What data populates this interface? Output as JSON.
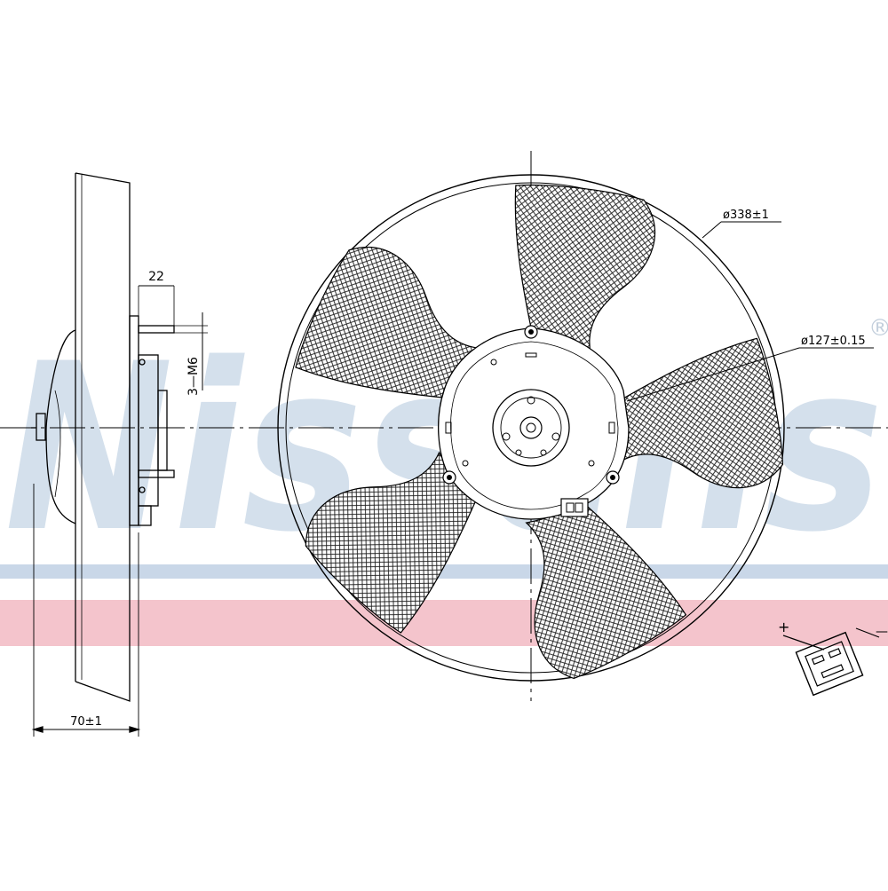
{
  "watermark": {
    "brand": "Nissens",
    "registered_mark": "®",
    "stripe_blue": "#c9d7e8",
    "stripe_red": "#f4c4cc",
    "text_color": "#d4e0ec"
  },
  "drawing": {
    "line_color": "#000000",
    "hatch_color": "#000000"
  },
  "dimensions": {
    "bolt_length": "22",
    "thread": "3—M6",
    "depth": "70±1",
    "fan_diameter": "ø338±1",
    "hub_diameter": "ø127±0.15"
  },
  "connector": {
    "plus": "+",
    "minus": "—"
  }
}
